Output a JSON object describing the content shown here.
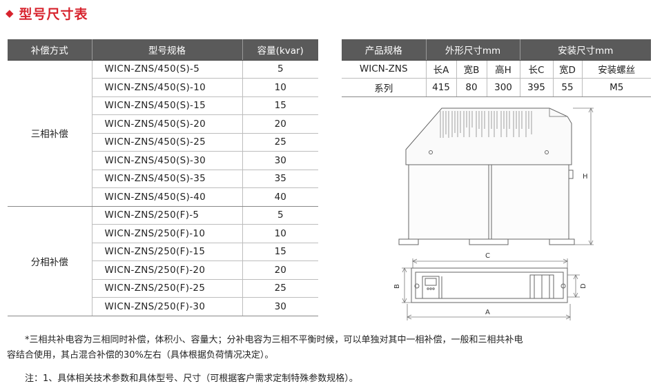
{
  "title": {
    "text": "型号尺寸表"
  },
  "table1": {
    "headers": [
      "补偿方式",
      "型号规格",
      "容量(kvar)"
    ],
    "groups": [
      {
        "name": "三相补偿",
        "rows": [
          {
            "model": "WICN-ZNS/450(S)-5",
            "capacity": "5"
          },
          {
            "model": "WICN-ZNS/450(S)-10",
            "capacity": "10"
          },
          {
            "model": "WICN-ZNS/450(S)-15",
            "capacity": "15"
          },
          {
            "model": "WICN-ZNS/450(S)-20",
            "capacity": "20"
          },
          {
            "model": "WICN-ZNS/450(S)-25",
            "capacity": "25"
          },
          {
            "model": "WICN-ZNS/450(S)-30",
            "capacity": "30"
          },
          {
            "model": "WICN-ZNS/450(S)-35",
            "capacity": "35"
          },
          {
            "model": "WICN-ZNS/450(S)-40",
            "capacity": "40"
          }
        ]
      },
      {
        "name": "分相补偿",
        "rows": [
          {
            "model": "WICN-ZNS/250(F)-5",
            "capacity": "5"
          },
          {
            "model": "WICN-ZNS/250(F)-10",
            "capacity": "10"
          },
          {
            "model": "WICN-ZNS/250(F)-15",
            "capacity": "15"
          },
          {
            "model": "WICN-ZNS/250(F)-20",
            "capacity": "20"
          },
          {
            "model": "WICN-ZNS/250(F)-25",
            "capacity": "25"
          },
          {
            "model": "WICN-ZNS/250(F)-30",
            "capacity": "30"
          }
        ]
      }
    ]
  },
  "table2": {
    "headers": [
      "产品规格",
      "外形尺寸mm",
      "安装尺寸mm"
    ],
    "subheaders": [
      "长A",
      "宽B",
      "高H",
      "长C",
      "宽D",
      "安装螺丝"
    ],
    "product_line1": "WICN-ZNS",
    "product_line2": "系列",
    "values": [
      "415",
      "80",
      "300",
      "395",
      "55",
      "M5"
    ]
  },
  "drawing": {
    "labels": {
      "A": "A",
      "B": "B",
      "C": "C",
      "D": "D",
      "H": "H"
    }
  },
  "notes": {
    "note1_line1": "*三相共补电容为三相同时补偿，体积小、容量大；分补电容为三相不平衡时候，可以单独对其中一相补偿，一般和三相共补电",
    "note1_line2": "容结合使用，其占混合补偿的30%左右（具体根据负荷情况决定）。",
    "note2": "注：1、具体相关技术参数和具体型号、尺寸（可根据客户需求定制特殊参数规格）。"
  }
}
